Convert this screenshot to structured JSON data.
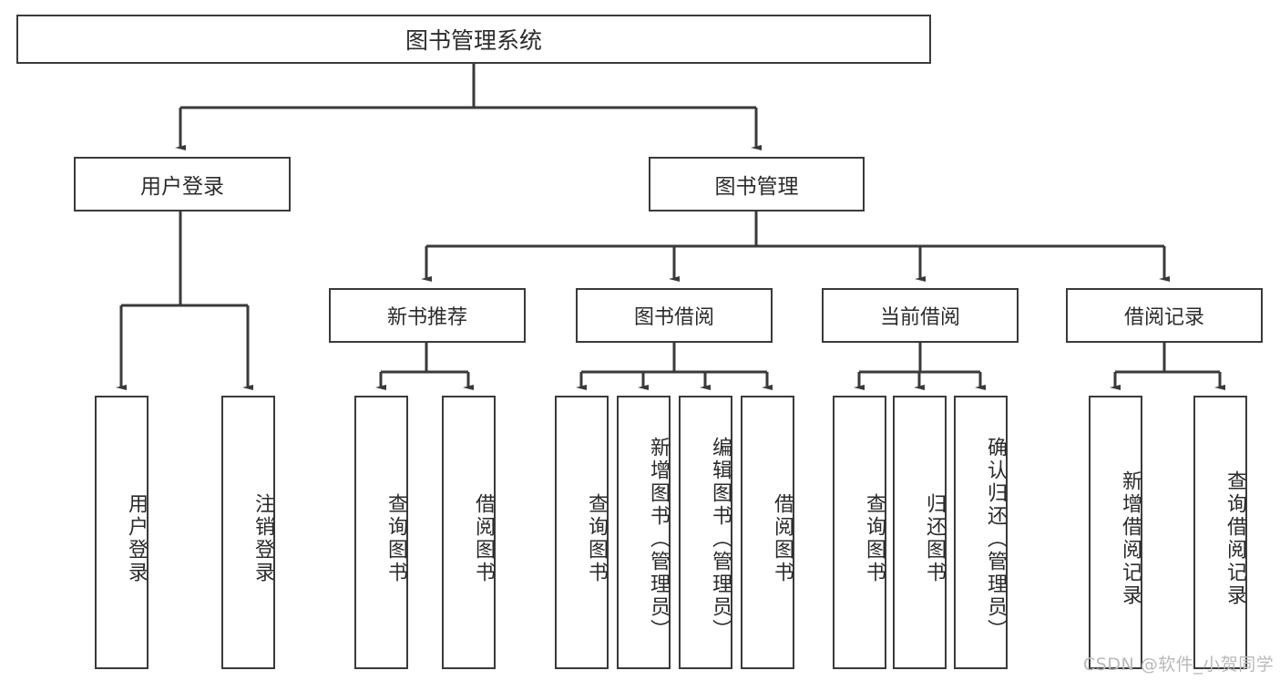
{
  "diagram": {
    "title": "图书管理系统",
    "root": {
      "label": "图书管理系统"
    },
    "level2": [
      {
        "label": "用户登录"
      },
      {
        "label": "图书管理"
      }
    ],
    "level3": [
      {
        "label": "新书推荐"
      },
      {
        "label": "图书借阅"
      },
      {
        "label": "当前借阅"
      },
      {
        "label": "借阅记录"
      }
    ],
    "leaves": [
      {
        "label": "用户登录",
        "parent": "用户登录"
      },
      {
        "label": "注销登录",
        "parent": "用户登录"
      },
      {
        "label": "查询图书",
        "parent": "新书推荐"
      },
      {
        "label": "借阅图书",
        "parent": "新书推荐"
      },
      {
        "label": "查询图书",
        "parent": "图书借阅"
      },
      {
        "label": "新增图书（管理员）",
        "parent": "图书借阅"
      },
      {
        "label": "编辑图书（管理员）",
        "parent": "图书借阅"
      },
      {
        "label": "借阅图书",
        "parent": "图书借阅"
      },
      {
        "label": "查询图书",
        "parent": "当前借阅"
      },
      {
        "label": "归还图书",
        "parent": "当前借阅"
      },
      {
        "label": "确认归还（管理员）",
        "parent": "当前借阅"
      },
      {
        "label": "新增借阅记录",
        "parent": "借阅记录"
      },
      {
        "label": "查询借阅记录",
        "parent": "借阅记录"
      }
    ]
  },
  "watermark": {
    "text": "CSDN @软件_小贺同学"
  },
  "colors": {
    "stroke": "#3a3a3a",
    "text": "#2b2b2b",
    "background": "#ffffff",
    "watermark": "#b9b9b9"
  }
}
